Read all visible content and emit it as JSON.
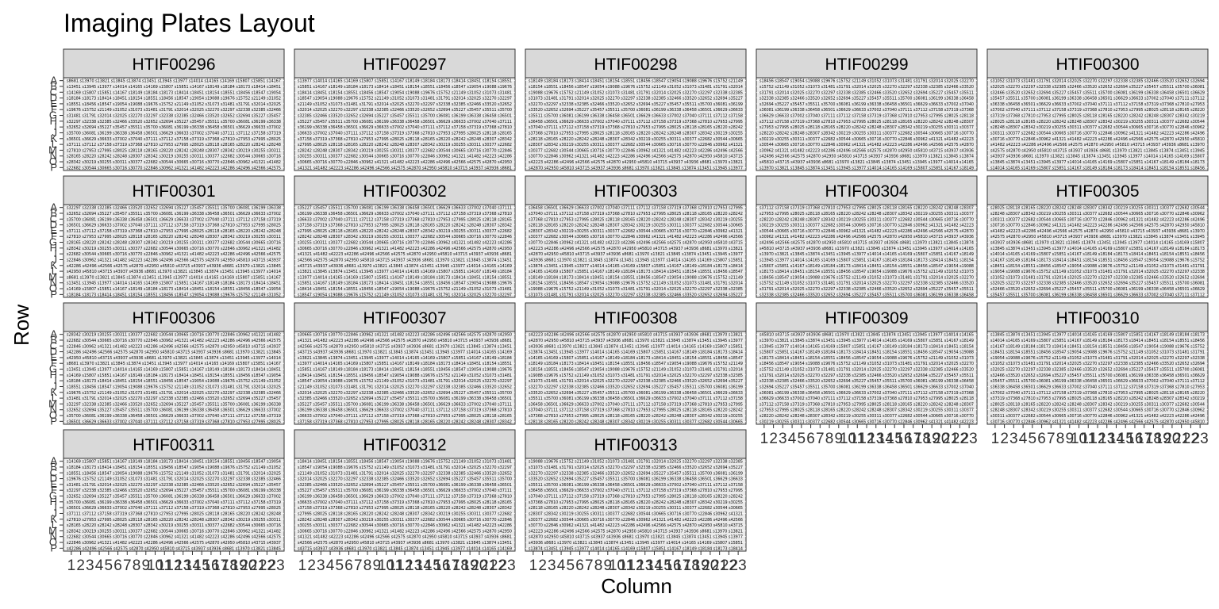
{
  "chart_data": {
    "type": "table",
    "title": "Imaging Plates Layout",
    "xlabel": "Column",
    "ylabel": "Row",
    "row_labels": [
      "A",
      "B",
      "C",
      "D",
      "E",
      "F",
      "G",
      "H",
      "I",
      "J",
      "K",
      "L",
      "M",
      "N",
      "O",
      "P"
    ],
    "column_labels": [
      "1",
      "2",
      "3",
      "4",
      "5",
      "6",
      "7",
      "8",
      "9",
      "10",
      "11",
      "12",
      "13",
      "14",
      "15",
      "16",
      "17",
      "18",
      "19",
      "20",
      "21",
      "22",
      "23"
    ],
    "panels": [
      "HTIF00296",
      "HTIF00297",
      "HTIF00298",
      "HTIF00299",
      "HTIF00300",
      "HTIF00301",
      "HTIF00302",
      "HTIF00303",
      "HTIF00304",
      "HTIF00305",
      "HTIF00306",
      "HTIF00307",
      "HTIF00308",
      "HTIF00309",
      "HTIF00310",
      "HTIF00311",
      "HTIF00312",
      "HTIF00313"
    ],
    "panel_style": {
      "background": "#ebebeb",
      "strip": "#d9d9d9",
      "border": "#333333",
      "gridline": "#ffffff"
    },
    "sample_ids_partial": [
      "s8681",
      "s13970",
      "s13821",
      "s13845",
      "s13874",
      "s13451",
      "s13945",
      "s13977",
      "s14014",
      "s14165",
      "s14169",
      "s15807",
      "s15851",
      "s14167",
      "s18149",
      "s18184",
      "s18173",
      "s18414",
      "s18451",
      "s18154",
      "s18551",
      "s18456",
      "s18547",
      "s19054",
      "s19088",
      "s19676",
      "s15752",
      "s21149",
      "s31052",
      "s31073",
      "s31481",
      "s31791",
      "s32014",
      "s32025",
      "s32270",
      "s32297",
      "s32338",
      "s32385",
      "s32466",
      "s33520",
      "s32652",
      "s32694",
      "s35227",
      "s35457",
      "s35511",
      "s35700",
      "s36081",
      "s36199",
      "s36338",
      "s36458",
      "s36501",
      "s36629",
      "s36633",
      "s37002",
      "s37040",
      "s37111",
      "s37112",
      "s37158",
      "s37319",
      "s37368",
      "s27810",
      "s27953",
      "s27995",
      "s28025",
      "s28118",
      "s28165",
      "s28220",
      "s28242",
      "s28248",
      "s28307",
      "s28342",
      "s30219",
      "s30255",
      "s30311",
      "s30377",
      "s22682",
      "s30544",
      "s30665",
      "s30716",
      "s30770",
      "s22846",
      "s30962",
      "s41321",
      "s41482",
      "s42223",
      "s42286",
      "s42496",
      "s42566",
      "s42575",
      "s42870",
      "s42950",
      "s45810",
      "s43715",
      "s43937",
      "s43936"
    ]
  }
}
